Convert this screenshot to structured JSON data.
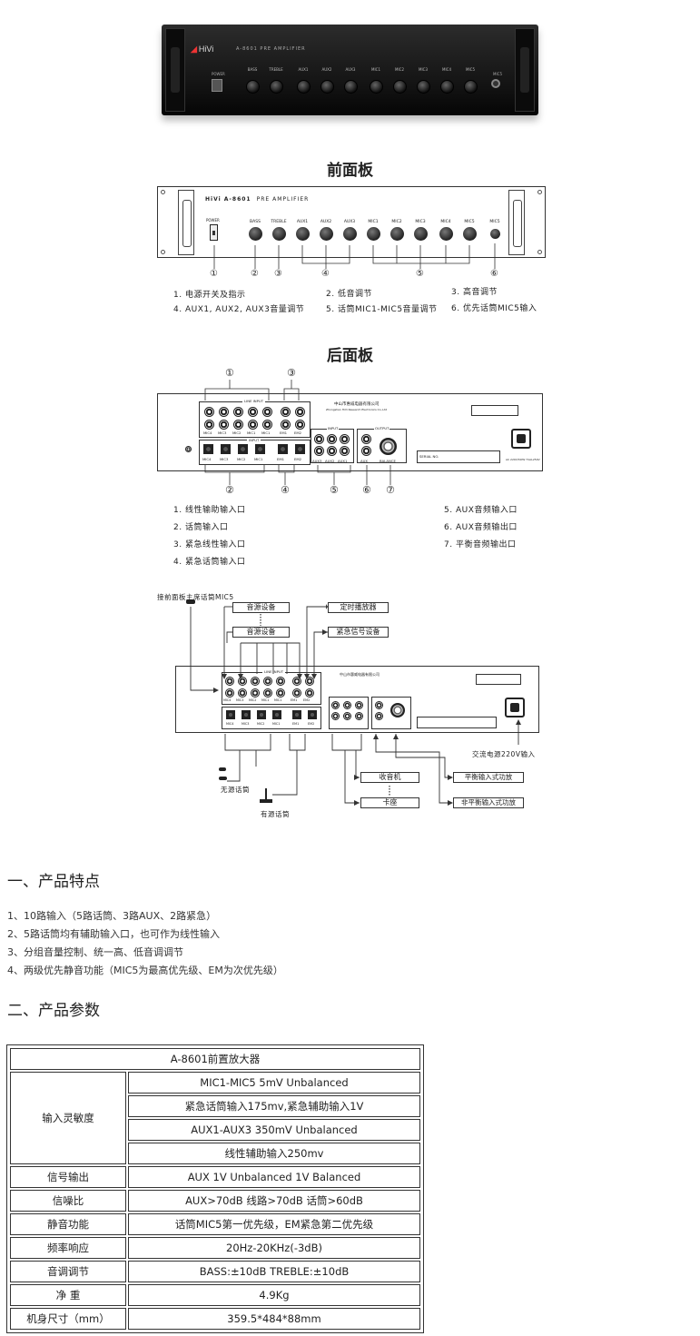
{
  "photo": {
    "brand": "HiVi",
    "model": "A-8601  PRE AMPLIFIER",
    "knobs": [
      "BASS",
      "TREBLE",
      "AUX1",
      "AUX2",
      "AUX3",
      "MIC1",
      "MIC2",
      "MIC3",
      "MIC4",
      "MIC5"
    ],
    "power": "POWER",
    "mic": "MIC5"
  },
  "front": {
    "title": "前面板",
    "brand": "HiVi A-8601",
    "subtitle": "PRE AMPLIFIER",
    "power_label": "POWER",
    "knobs": [
      "BASS",
      "TREBLE",
      "AUX1",
      "AUX2",
      "AUX3",
      "MIC1",
      "MIC2",
      "MIC3",
      "MIC4",
      "MIC5"
    ],
    "mic_label": "MIC5",
    "numbers": [
      "①",
      "②",
      "③",
      "④",
      "⑤",
      "⑥"
    ],
    "notes": [
      "1. 电源开关及指示",
      "2. 低音调节",
      "3. 高音调节",
      "4. AUX1, AUX2, AUX3音量调节",
      "5. 话筒MIC1-MIC5音量调节",
      "6. 优先话筒MIC5输入"
    ]
  },
  "rear": {
    "title": "后面板",
    "line_input": "LINE INPUT",
    "input": "INPUT",
    "output": "OUTPUT",
    "company_cn": "中山市惠威电器有限公司",
    "company_en": "Zhongshan HiVi Research Electronics Co.,Ltd",
    "line_labels": [
      "MIC4",
      "MIC3",
      "MIC2",
      "MIC1",
      "MIC1",
      "EM1",
      "EM2"
    ],
    "mic_labels": [
      "MIC4",
      "MIC3",
      "MIC2",
      "MIC1",
      "EM1",
      "EM2"
    ],
    "aux_labels": [
      "AUX3",
      "AUX2",
      "AUX1",
      "AUX",
      "BALANCE"
    ],
    "ac_label": "AC 220V/50Hz T1AL250V",
    "serial": "SERIAL NO.",
    "numbers": [
      "①",
      "②",
      "③",
      "④",
      "⑤",
      "⑥",
      "⑦"
    ],
    "notes_left": [
      "1. 线性输助输入口",
      "2. 话筒输入口",
      "3. 紧急线性输入口",
      "4. 紧急话筒输入口"
    ],
    "notes_right": [
      "5. AUX音频输入口",
      "6. AUX音频输出口",
      "7. 平衡音频输出口"
    ]
  },
  "wiring": {
    "mic5_label": "接前面板主席话筒MIC5",
    "source1": "音源设备",
    "source2": "音源设备",
    "timer": "定时播放器",
    "emergency": "紧急信号设备",
    "ac_in": "交流电源220V输入",
    "wireless": "无源话筒",
    "wired": "有源话筒",
    "radio": "收音机",
    "deck": "卡座",
    "bal_amp": "平衡输入式功放",
    "unbal_amp": "非平衡输入式功放"
  },
  "features": {
    "heading": "一、产品特点",
    "items": [
      "1、10路输入（5路话筒、3路AUX、2路紧急）",
      "2、5路话筒均有辅助输入口，也可作为线性输入",
      "3、分组音量控制、统一高、低音调调节",
      "4、两级优先静音功能（MIC5为最高优先级、EM为次优先级）"
    ]
  },
  "params": {
    "heading": "二、产品参数",
    "model_row": "A-8601前置放大器",
    "sens_label": "输入灵敏度",
    "sens_values": [
      "MIC1-MIC5 5mV Unbalanced",
      "紧急话筒输入175mv,紧急辅助输入1V",
      "AUX1-AUX3 350mV Unbalanced",
      "线性辅助输入250mv"
    ],
    "rows": [
      {
        "label": "信号输出",
        "value": "AUX 1V Unbalanced 1V Balanced"
      },
      {
        "label": "信噪比",
        "value": "AUX>70dB 线路>70dB 话筒>60dB"
      },
      {
        "label": "静音功能",
        "value": "话筒MIC5第一优先级，EM紧急第二优先级"
      },
      {
        "label": "频率响应",
        "value": "20Hz-20KHz(-3dB)"
      },
      {
        "label": "音调调节",
        "value": "BASS:±10dB TREBLE:±10dB"
      },
      {
        "label": "净 重",
        "value": "4.9Kg"
      },
      {
        "label": "机身尺寸（mm）",
        "value": "359.5*484*88mm"
      }
    ]
  }
}
